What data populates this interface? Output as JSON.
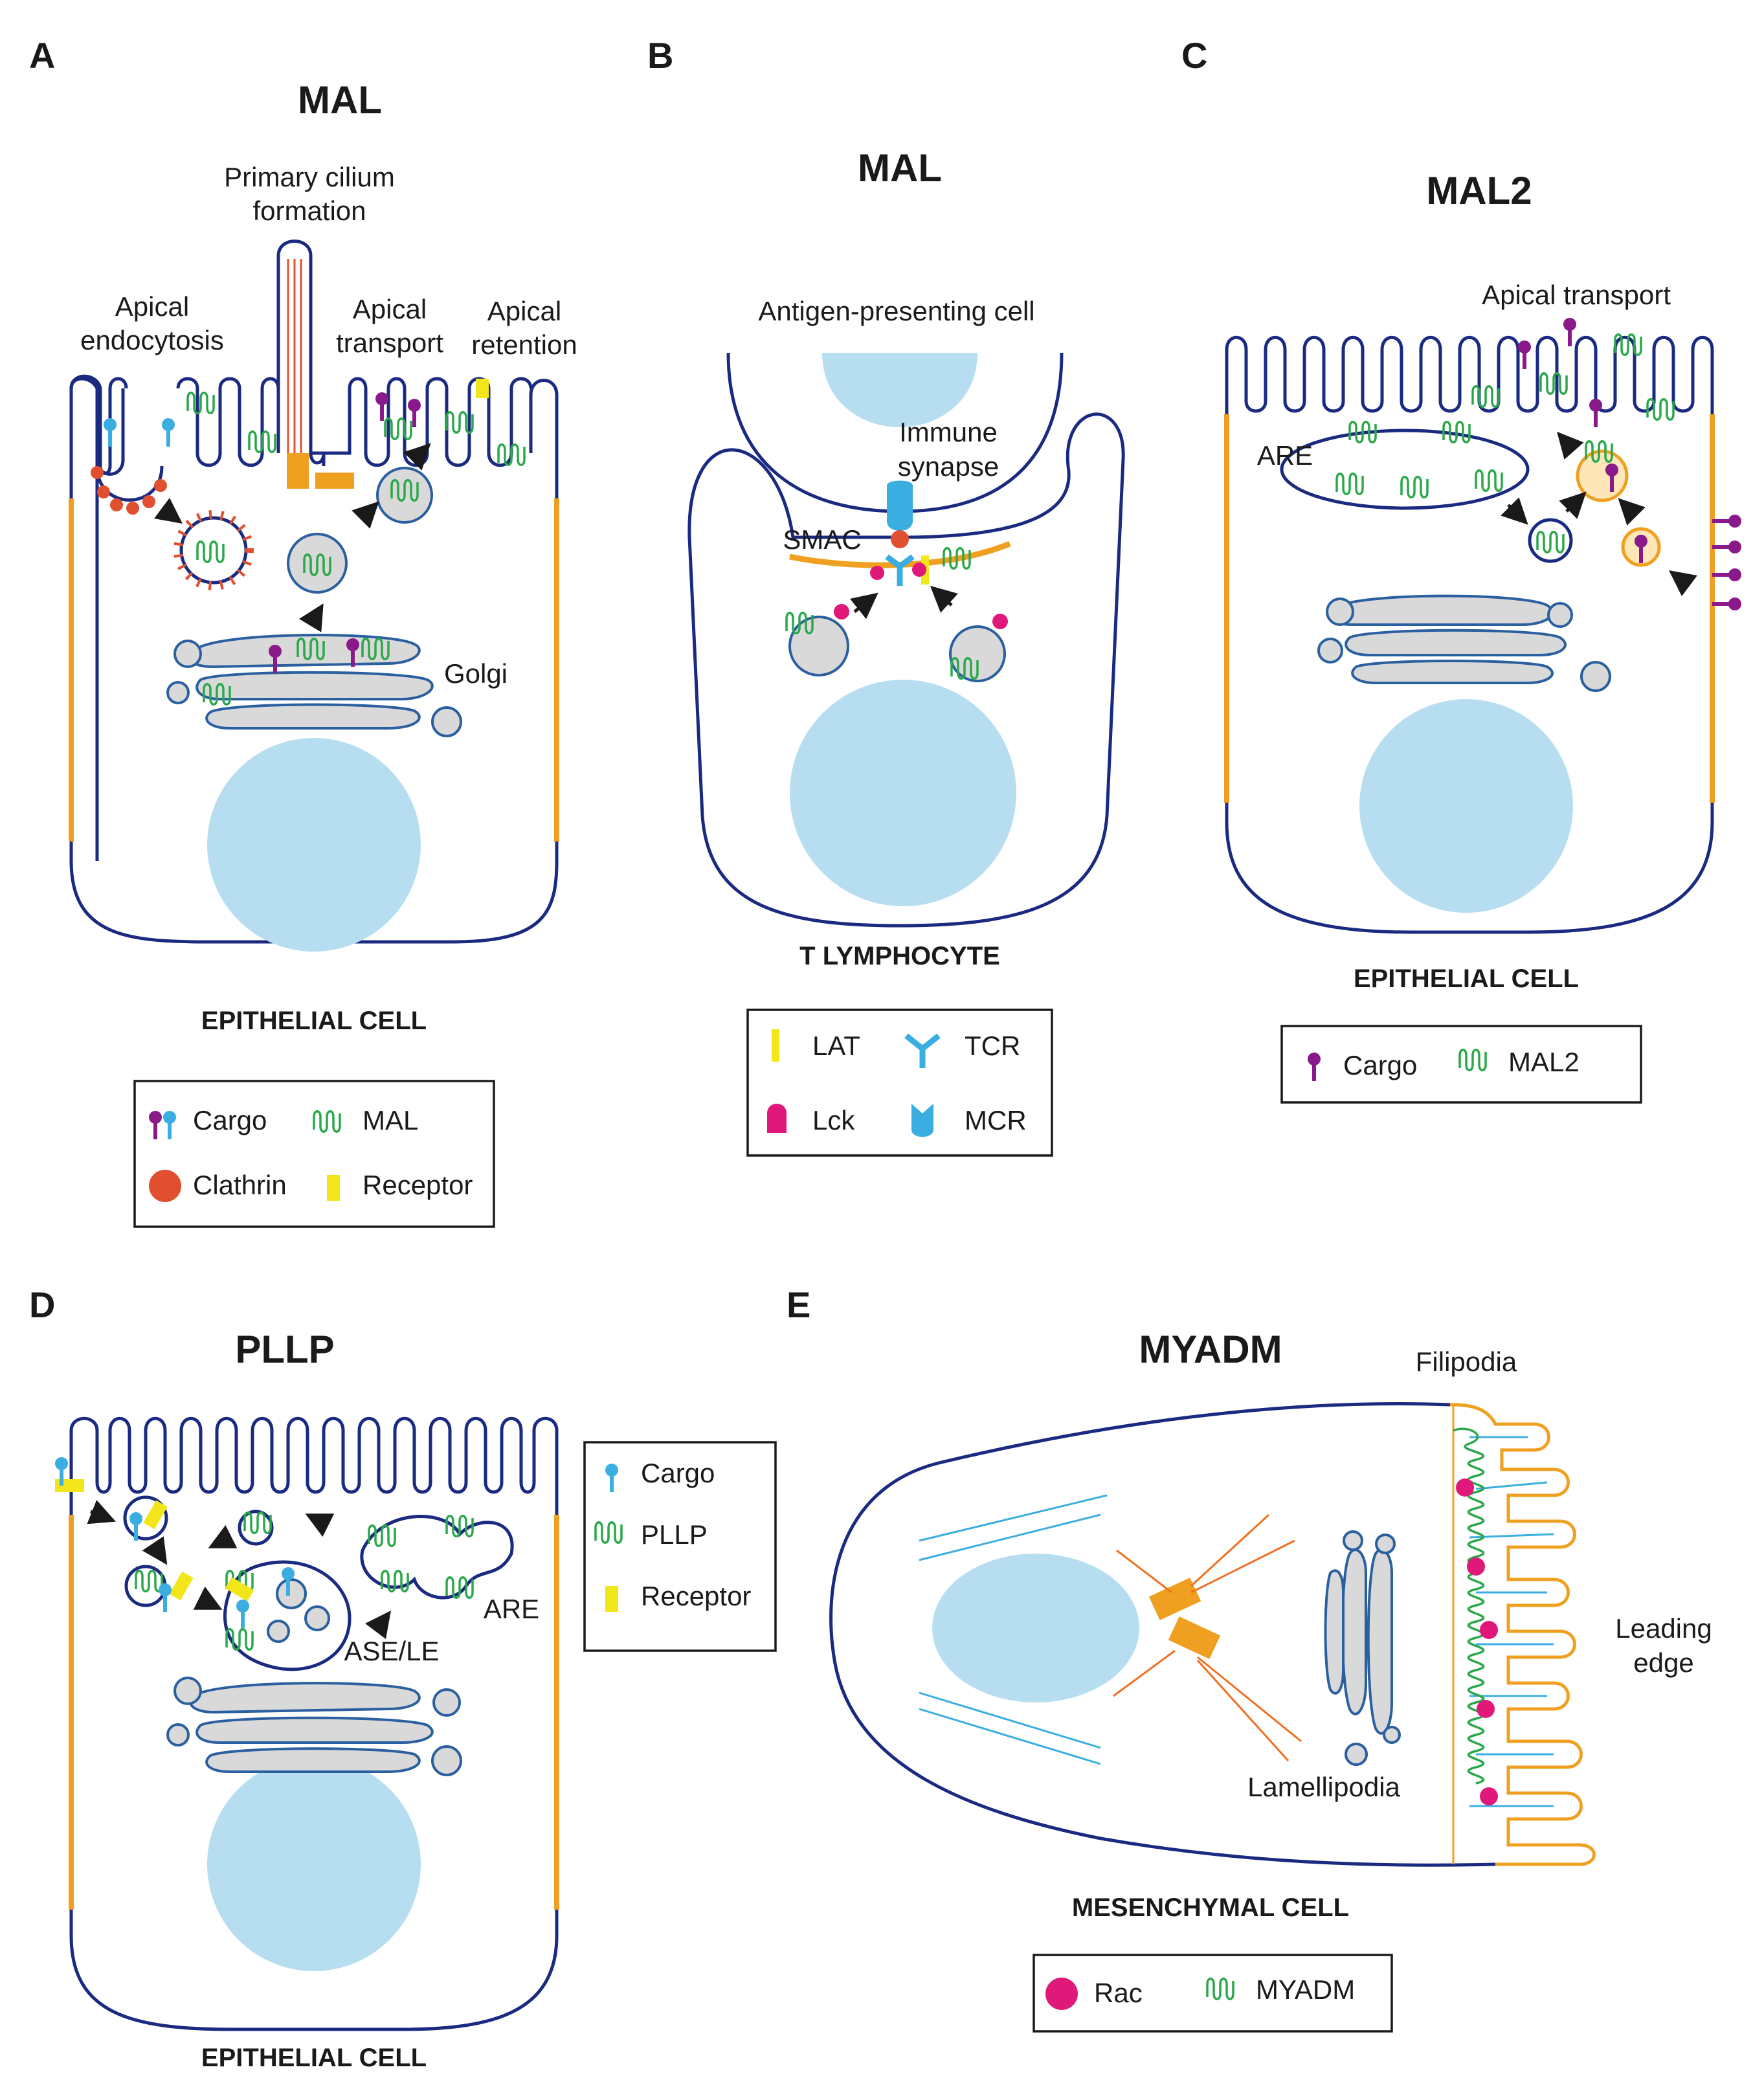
{
  "panels": {
    "A": {
      "letter": "A",
      "title": "MAL",
      "labels": {
        "primary_cilium": [
          "Primary cilium",
          "formation"
        ],
        "apical_endocytosis": [
          "Apical",
          "endocytosis"
        ],
        "apical_transport": [
          "Apical",
          "transport"
        ],
        "apical_retention": [
          "Apical",
          "retention"
        ],
        "golgi": "Golgi"
      },
      "cell_type": "EPITHELIAL CELL",
      "legend": [
        {
          "icon": "cargo-icon",
          "label": "Cargo"
        },
        {
          "icon": "mal-icon",
          "label": "MAL"
        },
        {
          "icon": "clathrin-icon",
          "label": "Clathrin"
        },
        {
          "icon": "receptor-icon",
          "label": "Receptor"
        }
      ]
    },
    "B": {
      "letter": "B",
      "title": "MAL",
      "labels": {
        "apc": "Antigen-presenting cell",
        "immune_synapse": [
          "Immune",
          "synapse"
        ],
        "smac": "SMAC"
      },
      "cell_type": "T LYMPHOCYTE",
      "legend": [
        {
          "icon": "lat-icon",
          "label": "LAT"
        },
        {
          "icon": "tcr-icon",
          "label": "TCR"
        },
        {
          "icon": "lck-icon",
          "label": "Lck"
        },
        {
          "icon": "mcr-icon",
          "label": "MCR"
        }
      ]
    },
    "C": {
      "letter": "C",
      "title": "MAL2",
      "labels": {
        "apical_transport": "Apical transport",
        "are": "ARE"
      },
      "cell_type": "EPITHELIAL CELL",
      "legend": [
        {
          "icon": "cargo-icon",
          "label": "Cargo"
        },
        {
          "icon": "mal2-icon",
          "label": "MAL2"
        }
      ]
    },
    "D": {
      "letter": "D",
      "title": "PLLP",
      "labels": {
        "ase_le": "ASE/LE",
        "are": "ARE"
      },
      "cell_type": "EPITHELIAL CELL",
      "legend": [
        {
          "icon": "cargo-icon",
          "label": "Cargo"
        },
        {
          "icon": "pllp-icon",
          "label": "PLLP"
        },
        {
          "icon": "receptor-icon",
          "label": "Receptor"
        }
      ]
    },
    "E": {
      "letter": "E",
      "title": "MYADM",
      "labels": {
        "filipodia": "Filipodia",
        "leading_edge": [
          "Leading",
          "edge"
        ],
        "lamellipodia": "Lamellipodia"
      },
      "cell_type": "MESENCHYMAL CELL",
      "legend": [
        {
          "icon": "rac-icon",
          "label": "Rac"
        },
        {
          "icon": "myadm-icon",
          "label": "MYADM"
        }
      ]
    }
  },
  "colors": {
    "membrane": "#1a2a80",
    "nucleus": "#b7def0",
    "mal": "#2aa84a",
    "cargo_purple": "#8a1a8a",
    "cargo_blue": "#3aaee0",
    "clathrin": "#e05030",
    "receptor": "#f2e61a",
    "orange": "#f0a020",
    "rac": "#e0187a"
  }
}
